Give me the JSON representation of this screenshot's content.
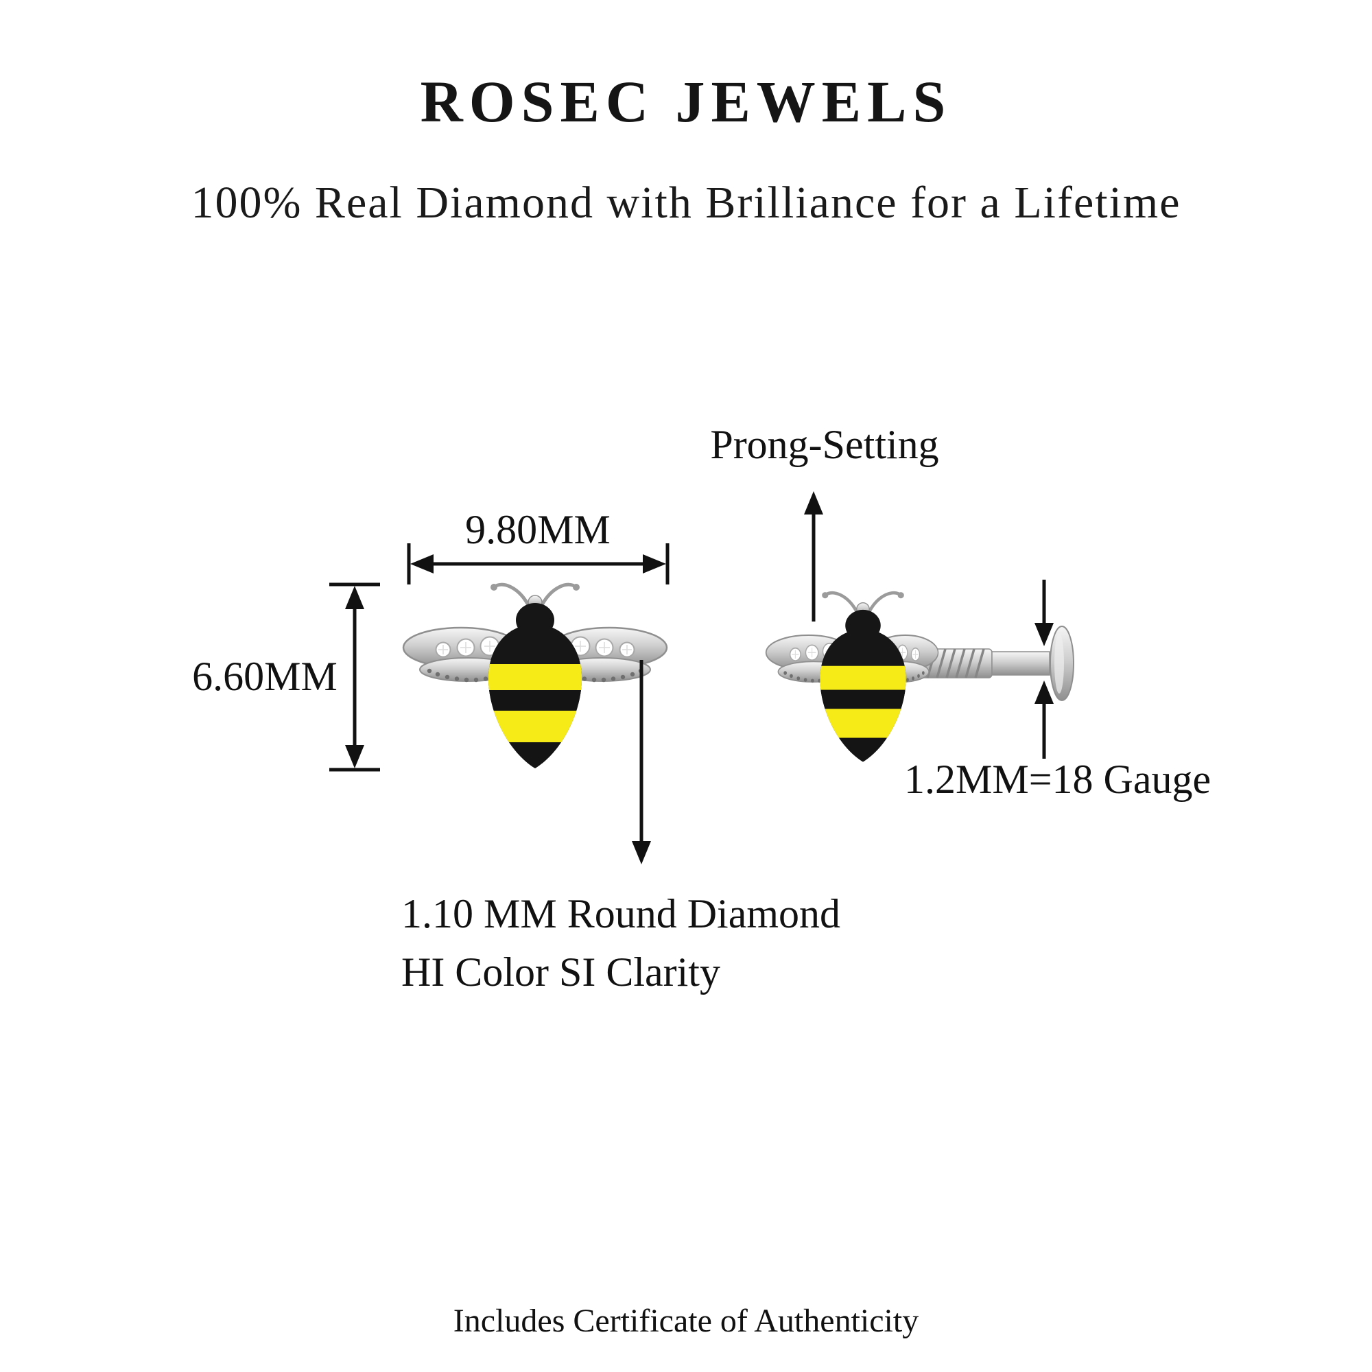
{
  "header": {
    "brand": "ROSEC JEWELS",
    "tagline": "100% Real Diamond with Brilliance for a Lifetime"
  },
  "annotations": {
    "prong_setting": "Prong-Setting",
    "width": "9.80MM",
    "height": "6.60MM",
    "gauge": "1.2MM=18 Gauge",
    "diamond_line1": "1.10 MM Round Diamond",
    "diamond_line2": "HI Color SI Clarity"
  },
  "footer": {
    "note": "Includes Certificate of Authenticity"
  },
  "colors": {
    "bee_yellow": "#f6eb16",
    "bee_black": "#141414",
    "arrow": "#111111"
  }
}
